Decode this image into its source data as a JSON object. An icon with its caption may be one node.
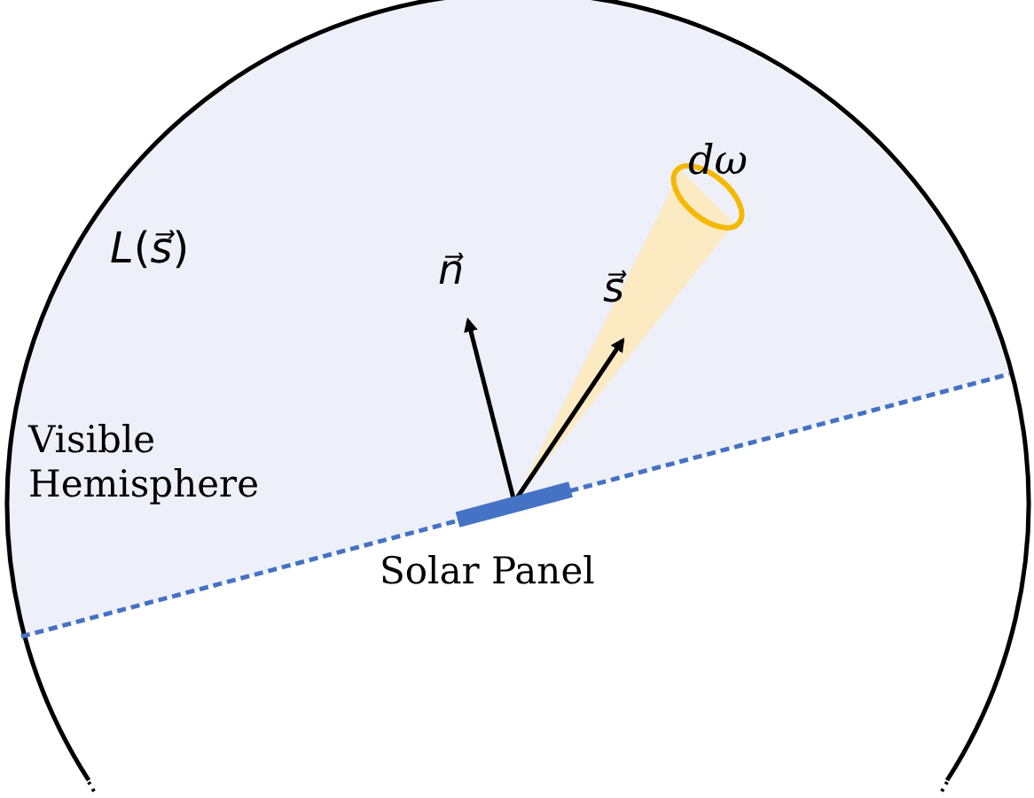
{
  "diagram": {
    "labels": [
      "*L*(*s⃗*)",
      "n⃗",
      "s⃗",
      "dω",
      "Visible Hemisphere",
      "Solar Panel"
    ]
  }
}
